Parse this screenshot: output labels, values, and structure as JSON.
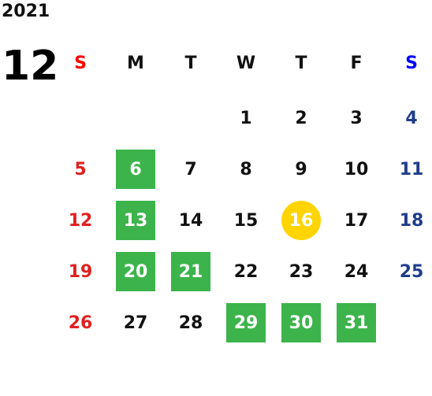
{
  "calendar": {
    "year": "2021",
    "month": "12",
    "weekdays": [
      "S",
      "M",
      "T",
      "W",
      "T",
      "F",
      "S"
    ],
    "weeks": [
      [
        "",
        "",
        "",
        "1",
        "2",
        "3",
        "4"
      ],
      [
        "5",
        "6",
        "7",
        "8",
        "9",
        "10",
        "11"
      ],
      [
        "12",
        "13",
        "14",
        "15",
        "16",
        "17",
        "18"
      ],
      [
        "19",
        "20",
        "21",
        "22",
        "23",
        "24",
        "25"
      ],
      [
        "26",
        "27",
        "28",
        "29",
        "30",
        "31",
        ""
      ]
    ],
    "highlighted": [
      "6",
      "13",
      "20",
      "21",
      "29",
      "30",
      "31"
    ],
    "today": "16"
  },
  "colors": {
    "sunday": "#e02020",
    "saturday": "#1f3d8a",
    "highlight": "#3cb44b",
    "today": "#ffd400"
  }
}
